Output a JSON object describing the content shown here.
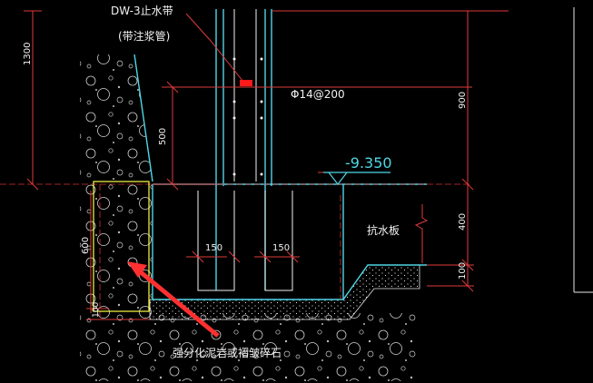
{
  "drawing": {
    "labels": {
      "top_cut": "DW-3止水带",
      "grout_pipe": "(带注浆管)",
      "rebar": "Φ14@200",
      "elevation": "-9.350",
      "slab": "抗水板",
      "rock": "强分化泥岩或褶皱碎石"
    },
    "dimensions": {
      "d1300": "1300",
      "d500": "500",
      "d900": "900",
      "d400": "400",
      "d100": "100",
      "d600": "600",
      "d150a": "150",
      "d150b": "150",
      "d100b": "100"
    }
  }
}
